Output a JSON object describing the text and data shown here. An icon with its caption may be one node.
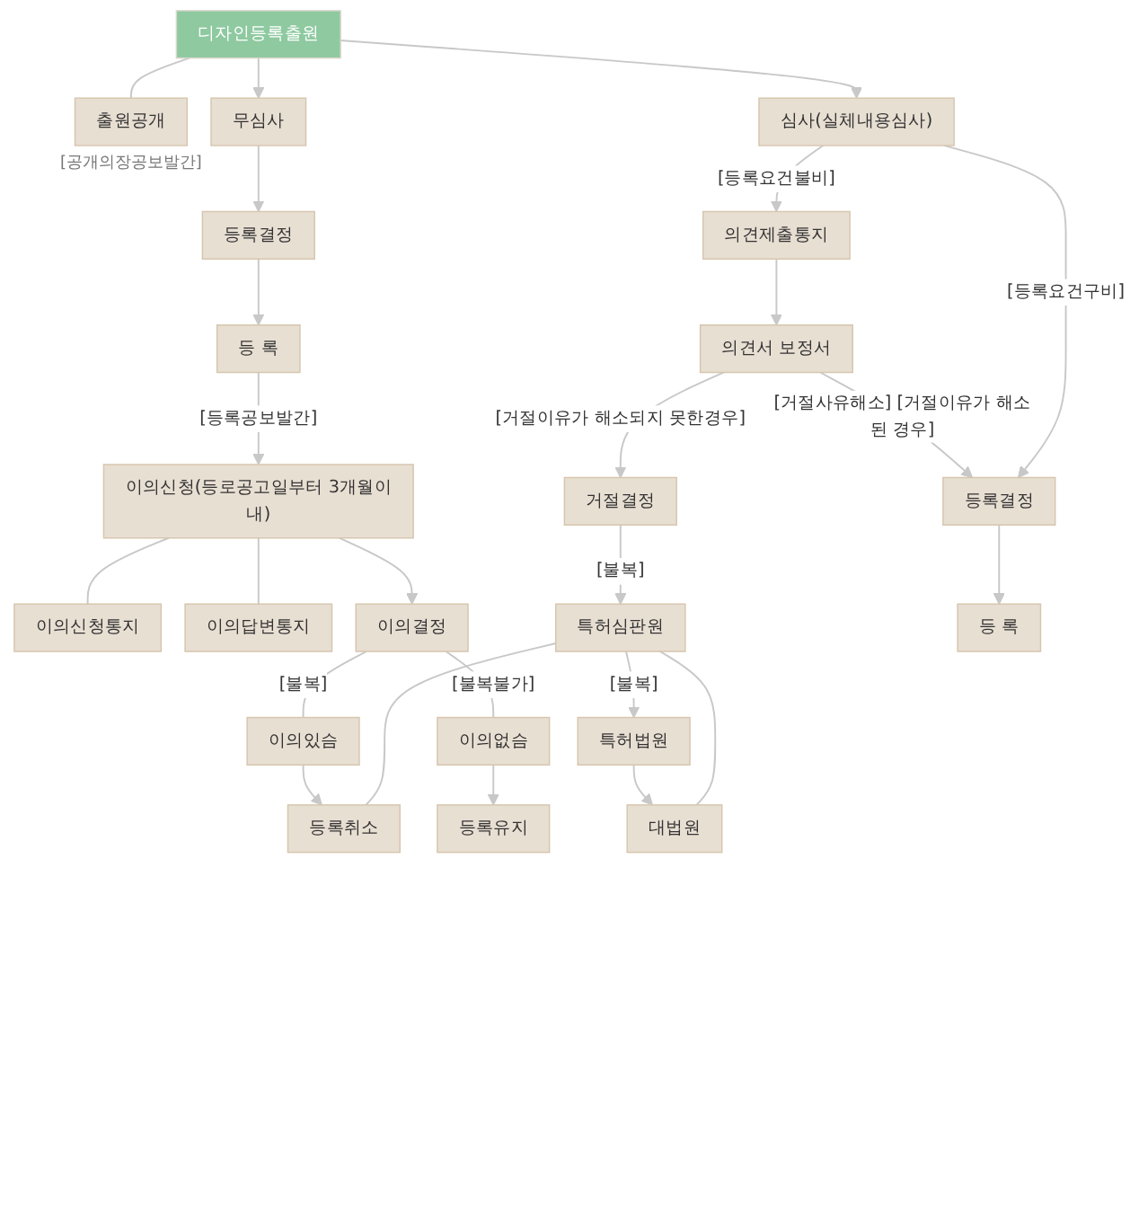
{
  "diagram": {
    "nodes": [
      {
        "text": [
          "디자인등록출원"
        ]
      },
      {
        "text": [
          "출원공개"
        ],
        "beside": [
          "[공개의장공보발간]"
        ]
      },
      {
        "text": [
          "무심사"
        ]
      },
      {
        "text": [
          "심사(실체내용심사)"
        ]
      },
      {
        "text": [
          "의견제출통지"
        ]
      },
      {
        "text": [
          "등록결정"
        ]
      },
      {
        "text": [
          "의견서 보정서"
        ]
      },
      {
        "text": [
          "등 록"
        ]
      },
      {
        "text": [
          "이의신청(등로공고일부터 3개월이내)"
        ]
      },
      {
        "text": [
          "이의신청통지"
        ]
      },
      {
        "text": [
          "이의답변통지"
        ]
      },
      {
        "text": [
          "거절결정"
        ]
      },
      {
        "text": [
          "등록결정"
        ]
      },
      {
        "text": [
          "특허심판원"
        ]
      },
      {
        "text": [
          "이의결정"
        ]
      },
      {
        "text": [
          "이의있슴"
        ]
      },
      {
        "text": [
          "이의없슴"
        ]
      },
      {
        "text": [
          "등록취소"
        ]
      },
      {
        "text": [
          "등록유지"
        ]
      },
      {
        "text": [
          "특허법원"
        ]
      },
      {
        "text": [
          "등 록"
        ]
      },
      {
        "text": [
          "대법원"
        ]
      }
    ],
    "edges": [
      {
        "from": 0,
        "to": 1,
        "arrow": "none"
      },
      {
        "from": 0,
        "to": 2,
        "arrow": "to"
      },
      {
        "from": 0,
        "to": 3,
        "arrow": "to"
      },
      {
        "from": 3,
        "to": 4,
        "arrow": "to",
        "label": "[등록요건불비]"
      },
      {
        "from": 2,
        "to": 5,
        "arrow": "to"
      },
      {
        "from": 4,
        "to": 6,
        "arrow": "to"
      },
      {
        "from": 5,
        "to": 7,
        "arrow": "to"
      },
      {
        "from": 6,
        "to": 12,
        "arrow": "to",
        "label": "[거절사유해소] [거절이유가 해소된 경우]"
      },
      {
        "from": 3,
        "to": 12,
        "arrow": "to",
        "label": "[등록요건구비]"
      },
      {
        "from": 7,
        "to": 8,
        "arrow": "to",
        "label": "[등록공보발간]"
      },
      {
        "from": 8,
        "to": 9,
        "arrow": "none"
      },
      {
        "from": 8,
        "to": 10,
        "arrow": "none"
      },
      {
        "from": 8,
        "to": 14,
        "arrow": "to"
      },
      {
        "from": 6,
        "to": 11,
        "arrow": "to",
        "label": "[거절이유가 해소되지 못한경우]"
      },
      {
        "from": 11,
        "to": 13,
        "arrow": "to",
        "label": "[불복]"
      },
      {
        "from": 13,
        "to": 19,
        "arrow": "to",
        "label": "[불복]"
      },
      {
        "from": 12,
        "to": 20,
        "arrow": "to"
      },
      {
        "from": 19,
        "to": 21,
        "arrow": "to"
      },
      {
        "from": 14,
        "to": 15,
        "arrow": "none",
        "label": "[불복]"
      },
      {
        "from": 14,
        "to": 16,
        "arrow": "none",
        "label": "[불복불가]"
      },
      {
        "from": 15,
        "to": 17,
        "arrow": "to"
      },
      {
        "from": 16,
        "to": 18,
        "arrow": "to"
      },
      {
        "from": 13,
        "to": 17,
        "arrow": "none"
      },
      {
        "from": 13,
        "to": 21,
        "arrow": "none"
      }
    ]
  }
}
